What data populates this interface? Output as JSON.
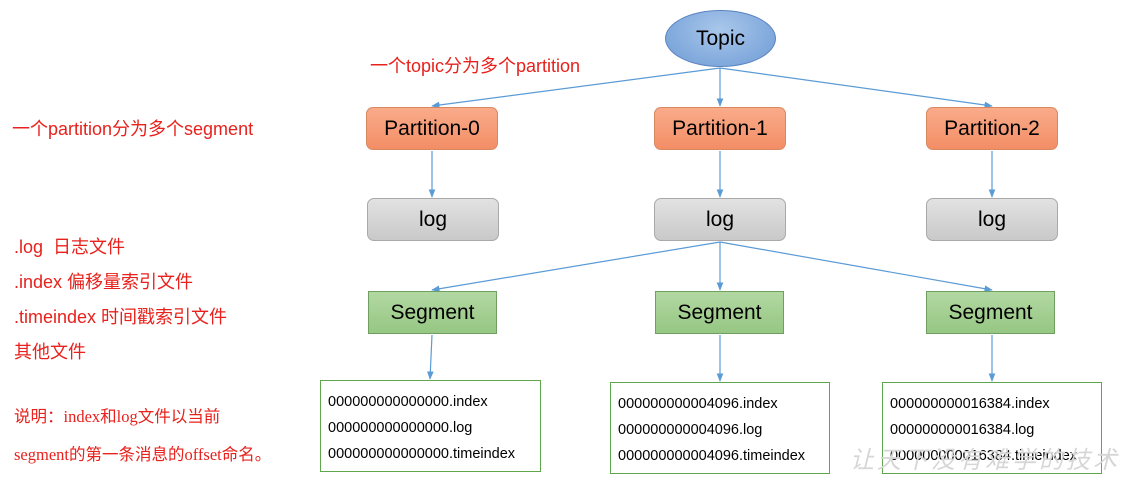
{
  "topic": {
    "label": "Topic"
  },
  "partitions": [
    {
      "label": "Partition-0"
    },
    {
      "label": "Partition-1"
    },
    {
      "label": "Partition-2"
    }
  ],
  "logs": [
    {
      "label": "log"
    },
    {
      "label": "log"
    },
    {
      "label": "log"
    }
  ],
  "segments": [
    {
      "label": "Segment"
    },
    {
      "label": "Segment"
    },
    {
      "label": "Segment"
    }
  ],
  "files": [
    {
      "index": "000000000000000.index",
      "log": "000000000000000.log",
      "timeindex": "000000000000000.timeindex"
    },
    {
      "index": "000000000004096.index",
      "log": "000000000004096.log",
      "timeindex": "000000000004096.timeindex"
    },
    {
      "index": "000000000016384.index",
      "log": "000000000016384.log",
      "timeindex": "000000000016384.timeindex"
    }
  ],
  "annotations": {
    "topic_note": "一个topic分为多个partition",
    "partition_note": "一个partition分为多个segment",
    "file_types": [
      ".log  日志文件",
      ".index 偏移量索引文件",
      ".timeindex 时间戳索引文件",
      "其他文件"
    ],
    "explain_line1": "说明：index和log文件以当前",
    "explain_line2": "segment的第一条消息的offset命名。"
  },
  "watermark": "让天下没有难学的技术",
  "colors": {
    "edge": "#5b9bd5",
    "annotation": "#e8211c",
    "topic_fill": "#8fb4e3",
    "partition_fill": "#f59d78",
    "log_fill": "#d6d6d6",
    "segment_fill": "#a6d096",
    "files_border": "#5fa64d"
  }
}
